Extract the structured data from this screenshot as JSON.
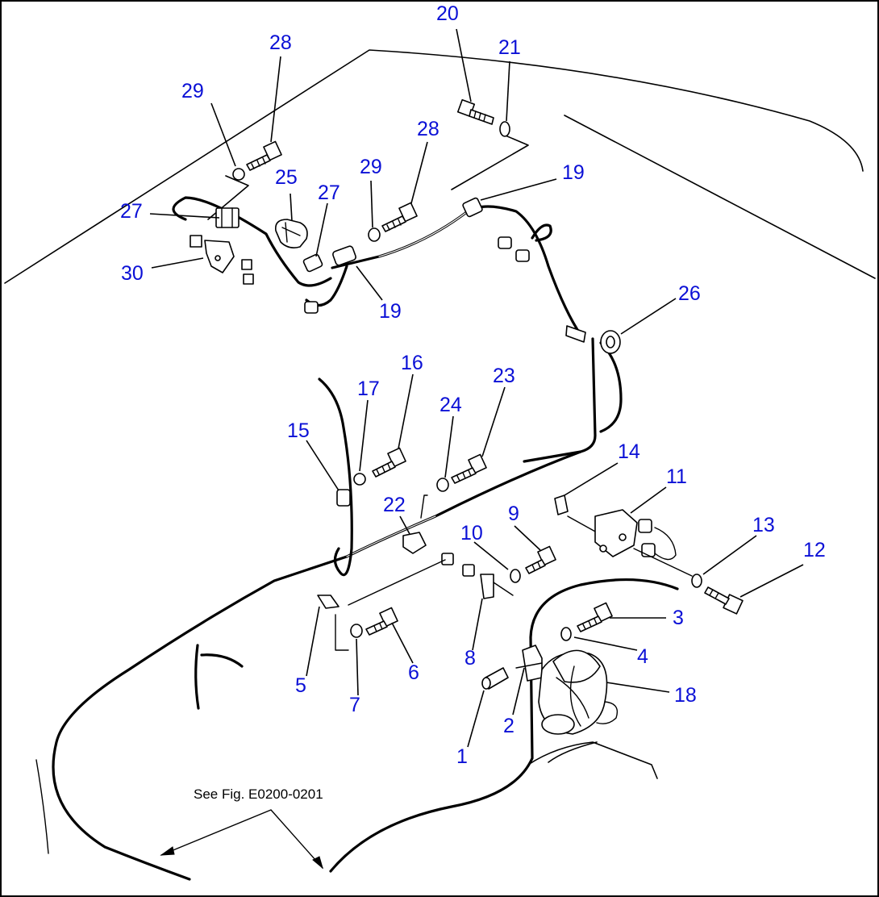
{
  "callouts": {
    "c1": "1",
    "c2": "2",
    "c3": "3",
    "c4": "4",
    "c5": "5",
    "c6": "6",
    "c7": "7",
    "c8": "8",
    "c9": "9",
    "c10": "10",
    "c11": "11",
    "c12": "12",
    "c13": "13",
    "c14": "14",
    "c15": "15",
    "c16": "16",
    "c17": "17",
    "c18": "18",
    "c19a": "19",
    "c19b": "19",
    "c20": "20",
    "c21": "21",
    "c22": "22",
    "c23": "23",
    "c24": "24",
    "c25": "25",
    "c26": "26",
    "c27a": "27",
    "c27b": "27",
    "c28a": "28",
    "c28b": "28",
    "c29a": "29",
    "c29b": "29",
    "c30": "30"
  },
  "note": "See Fig. E0200-0201",
  "colors": {
    "callout": "#0b10d6",
    "line": "#000000"
  }
}
